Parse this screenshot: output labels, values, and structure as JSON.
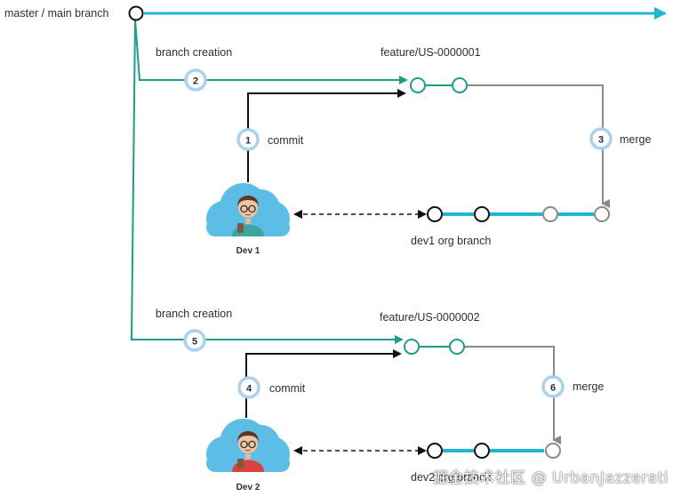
{
  "labels": {
    "master": "master / main branch",
    "branch_creation_1": "branch creation",
    "feature_1": "feature/US-0000001",
    "commit_1": "commit",
    "merge_1": "merge",
    "dev1_branch": "dev1 org branch",
    "dev1": "Dev 1",
    "branch_creation_2": "branch creation",
    "feature_2": "feature/US-0000002",
    "commit_2": "commit",
    "merge_2": "merge",
    "dev2_branch": "dev2 org branch",
    "dev2": "Dev 2"
  },
  "steps": {
    "s1": "1",
    "s2": "2",
    "s3": "3",
    "s4": "4",
    "s5": "5",
    "s6": "6"
  },
  "watermark": "掘金技术社区 @ UrbanJazzerati",
  "colors": {
    "master_line": "#1fb5d6",
    "feature_line": "#1a9e8c",
    "dev_line": "#1fb5d6",
    "merge_line": "#8a8a8a",
    "badge_ring": "#a8d2ee",
    "cloud": "#5cbde7"
  },
  "icons": {
    "developer": "developer-avatar-in-cloud-icon"
  }
}
